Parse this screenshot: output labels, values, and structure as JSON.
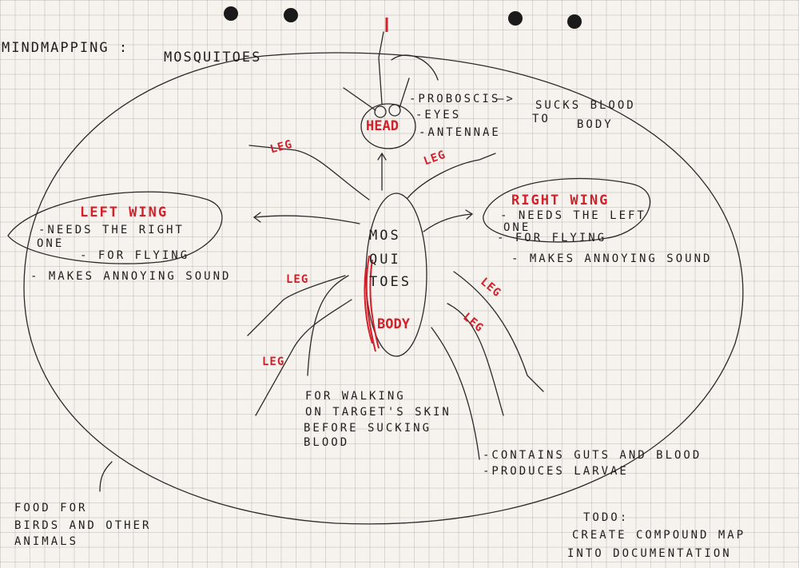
{
  "title": "MINDMAPPING :",
  "subtitle": "MOSQUITOES",
  "head": {
    "label": "HEAD",
    "parts": [
      "-PROBOSCIS",
      "-EYES",
      "-ANTENNAE"
    ],
    "proboscis_note": [
      "SUCKS BLOOD",
      "TO",
      "BODY"
    ]
  },
  "center": {
    "lines": [
      "MOS",
      "QUI",
      "TOES"
    ]
  },
  "body": {
    "label": "BODY",
    "notes": [
      "-CONTAINS GUTS AND BLOOD",
      "-PRODUCES LARVAE"
    ]
  },
  "left_wing": {
    "label": "LEFT WING",
    "notes": [
      "-NEEDS THE RIGHT",
      "ONE",
      "- FOR FLYING"
    ],
    "extra": "- MAKES ANNOYING SOUND"
  },
  "right_wing": {
    "label": "RIGHT WING",
    "notes": [
      "- NEEDS THE LEFT",
      "ONE",
      "- FOR FLYING"
    ],
    "extra": "- MAKES ANNOYING SOUND"
  },
  "legs": {
    "label": "LEG"
  },
  "leg_note": [
    "FOR WALKING",
    "ON TARGET'S SKIN",
    "BEFORE SUCKING",
    "BLOOD"
  ],
  "food_note": [
    "FOOD FOR",
    "BIRDS AND OTHER",
    "ANIMALS"
  ],
  "todo": [
    "TODO:",
    "CREATE COMPOUND MAP",
    "INTO DOCUMENTATION"
  ],
  "colors": {
    "ink": "#1e1e1e",
    "red_ink": "#d3202a",
    "paper": "#f6f3ee"
  }
}
